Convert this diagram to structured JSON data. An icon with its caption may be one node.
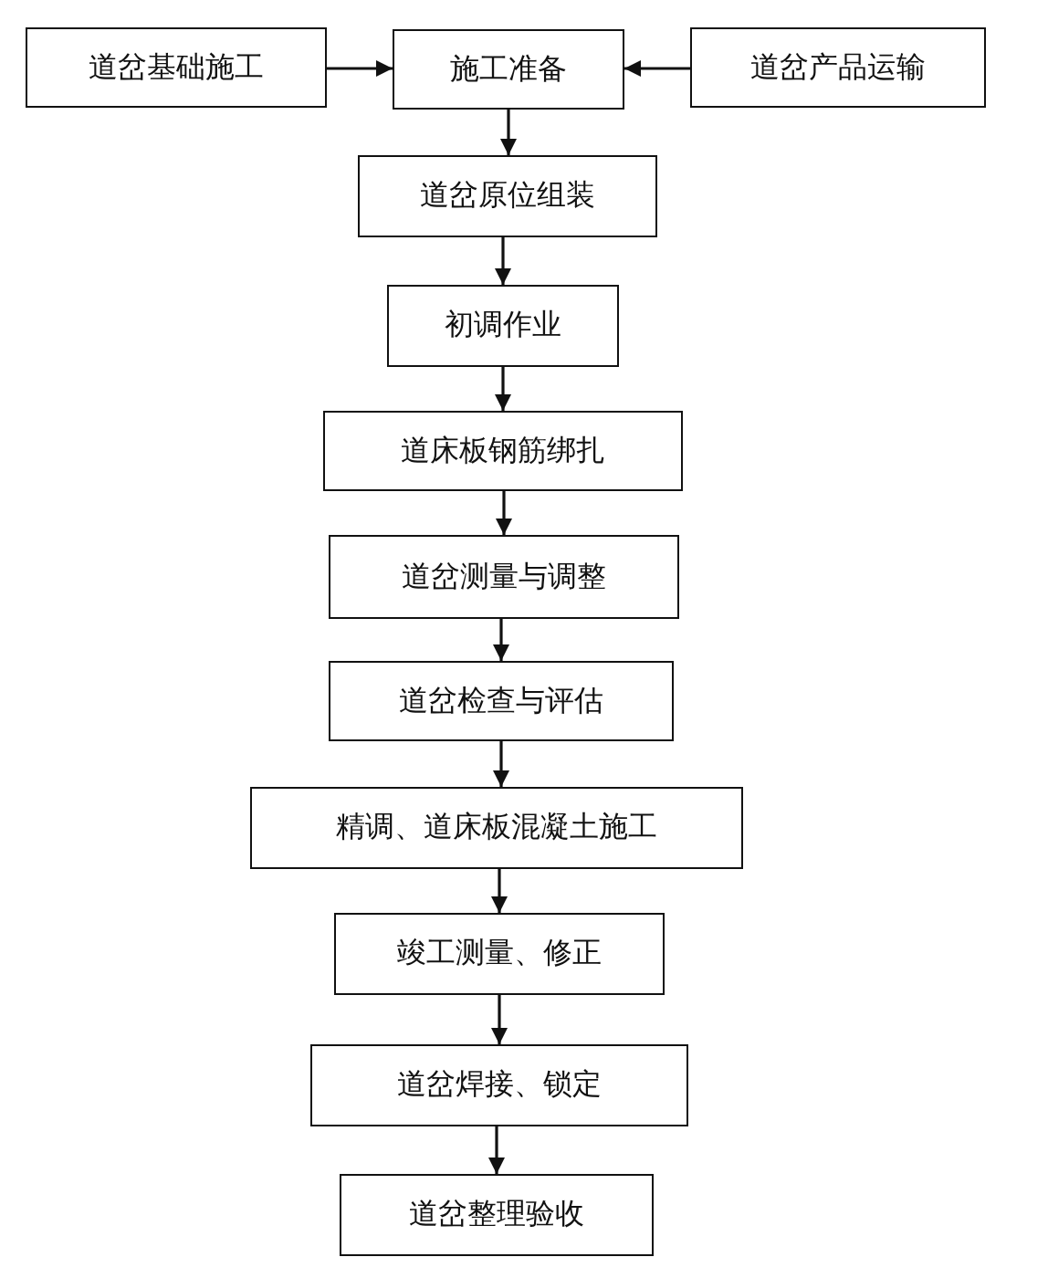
{
  "diagram": {
    "nodes": [
      {
        "text": [
          "道岔基础施工"
        ]
      },
      {
        "text": [
          "施工准备"
        ]
      },
      {
        "text": [
          "道岔产品运输"
        ]
      },
      {
        "text": [
          "道岔原位组装"
        ]
      },
      {
        "text": [
          "初调作业"
        ]
      },
      {
        "text": [
          "道床板钢筋绑扎"
        ]
      },
      {
        "text": [
          "道岔测量与调整"
        ]
      },
      {
        "text": [
          "道岔检查与评估"
        ]
      },
      {
        "text": [
          "精调、道床板混凝土施工"
        ]
      },
      {
        "text": [
          "竣工测量、修正"
        ]
      },
      {
        "text": [
          "道岔焊接、锁定"
        ]
      },
      {
        "text": [
          "道岔整理验收"
        ]
      }
    ],
    "edges": [
      {
        "from": 0,
        "to": 1,
        "arrow": "to"
      },
      {
        "from": 2,
        "to": 1,
        "arrow": "to"
      },
      {
        "from": 1,
        "to": 3,
        "arrow": "to"
      },
      {
        "from": 3,
        "to": 4,
        "arrow": "to"
      },
      {
        "from": 4,
        "to": 5,
        "arrow": "to"
      },
      {
        "from": 5,
        "to": 6,
        "arrow": "to"
      },
      {
        "from": 6,
        "to": 7,
        "arrow": "to"
      },
      {
        "from": 7,
        "to": 8,
        "arrow": "to"
      },
      {
        "from": 8,
        "to": 9,
        "arrow": "to"
      },
      {
        "from": 9,
        "to": 10,
        "arrow": "to"
      },
      {
        "from": 10,
        "to": 11,
        "arrow": "to"
      }
    ]
  }
}
